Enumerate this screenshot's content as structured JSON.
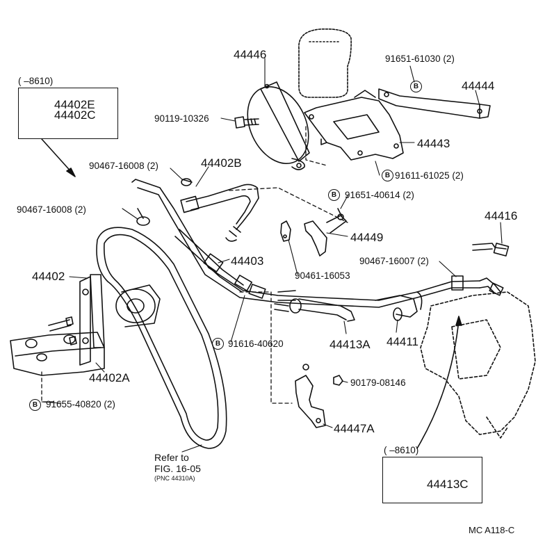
{
  "diagram": {
    "parts": {
      "reservoir_bracket": "44446",
      "bolt_1": "90119-10326",
      "bolt_2": "91651-61030 (2)",
      "stay": "44444",
      "pump_bracket": "44443",
      "bolt_3": "91611-61025 (2)",
      "clip_1": "90467-16008 (2)",
      "return_hose": "44402B",
      "bolt_4": "91651-40614 (2)",
      "clip_2": "90467-16008 (2)",
      "clamp_bracket": "44449",
      "pressure_tube_1": "44403",
      "clip_3": "90461-16053",
      "union": "44416",
      "clip_4": "90467-16007 (2)",
      "pump_bracket_assy": "44402",
      "bolt_5": "91616-40620",
      "hose_1": "44413A",
      "tube_2": "44411",
      "pump_bracket_b": "44402A",
      "nut": "90179-08146",
      "bolt_6": "91655-40820 (2)",
      "bracket_2": "44447A"
    },
    "inset_left": {
      "range": "(      –8610)",
      "parts": [
        "44402E",
        "44402C"
      ]
    },
    "inset_right": {
      "range": "(      –8610)",
      "part": "44413C"
    },
    "bolt_symbol": "B",
    "refer": {
      "line1": "Refer to",
      "line2": "FIG. 16-05",
      "line3": "(PNC 44310A)"
    },
    "figure_code": "MC   A118-C"
  }
}
